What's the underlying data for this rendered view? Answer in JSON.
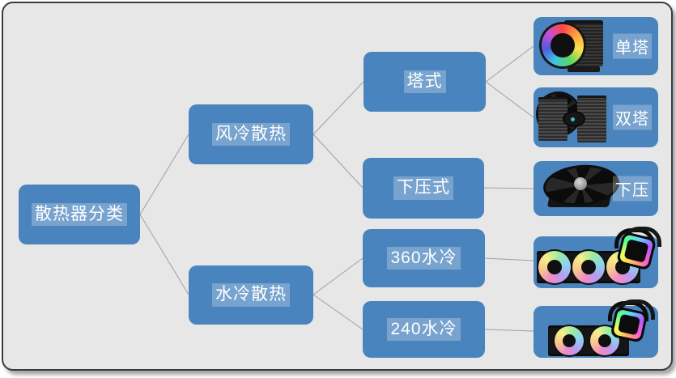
{
  "frame": {
    "background": "#E7E7E7",
    "border_color": "#3C3C3C",
    "outer_background": "#FFFFFF"
  },
  "colors": {
    "node_fill": "#4A84BE",
    "node_text": "#FFFFFF",
    "label_highlight": "rgba(255,255,255,0.25)",
    "connector": "#9BA1A8"
  },
  "nodes": {
    "root": {
      "label": "散热器分类"
    },
    "air": {
      "label": "风冷散热"
    },
    "water": {
      "label": "水冷散热"
    },
    "tower": {
      "label": "塔式"
    },
    "top_down": {
      "label": "下压式"
    },
    "w360": {
      "label": "360水冷"
    },
    "w240": {
      "label": "240水冷"
    },
    "single_tower": {
      "label": "单塔",
      "image": "single-tower-rgb-air-cooler"
    },
    "dual_tower": {
      "label": "双塔",
      "image": "dual-tower-air-cooler"
    },
    "low_profile": {
      "label": "下压",
      "image": "low-profile-top-down-cooler"
    },
    "aio360": {
      "image": "360mm-aio-liquid-cooler-3-rgb-fans"
    },
    "aio240": {
      "image": "240mm-aio-liquid-cooler-2-rgb-fans"
    }
  },
  "edges": [
    {
      "from": "root",
      "to": "air"
    },
    {
      "from": "root",
      "to": "water"
    },
    {
      "from": "air",
      "to": "tower"
    },
    {
      "from": "air",
      "to": "top_down"
    },
    {
      "from": "water",
      "to": "w360"
    },
    {
      "from": "water",
      "to": "w240"
    },
    {
      "from": "tower",
      "to": "single_tower"
    },
    {
      "from": "tower",
      "to": "dual_tower"
    },
    {
      "from": "top_down",
      "to": "low_profile"
    },
    {
      "from": "w360",
      "to": "aio360"
    },
    {
      "from": "w240",
      "to": "aio240"
    }
  ]
}
